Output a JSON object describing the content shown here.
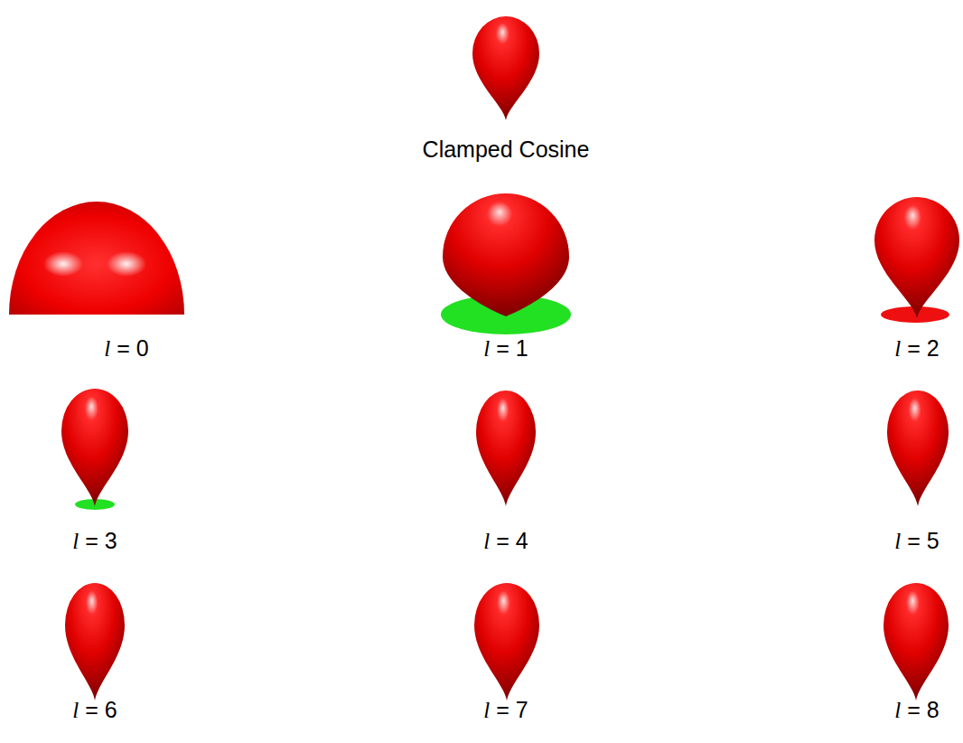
{
  "diagram": {
    "labels": [
      "Clamped Cosine",
      "l = 0",
      "l = 1",
      "l = 2",
      "l = 3",
      "l = 4",
      "l = 5",
      "l = 6",
      "l = 7",
      "l = 8"
    ]
  }
}
